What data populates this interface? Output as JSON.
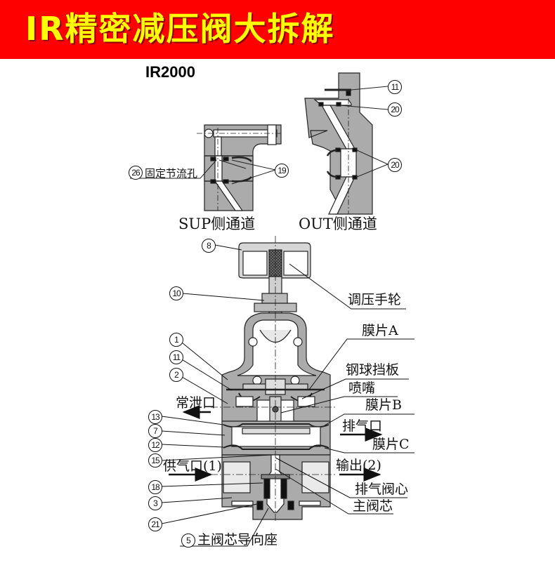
{
  "banner": {
    "title": "IR精密减压阀大拆解",
    "bg_color": "#fe0000",
    "text_color": "#ffff00"
  },
  "model": "IR2000",
  "detail_views": {
    "sup": {
      "caption": "SUP侧通道",
      "callouts": {
        "orifice_num": "26",
        "orifice_label": "固定节流孔",
        "oring": "19"
      }
    },
    "out": {
      "caption": "OUT侧通道",
      "callouts": {
        "diaphragm": "11",
        "oring_top": "20",
        "oring_mid": "20"
      }
    }
  },
  "main_view": {
    "left_callouts": [
      {
        "num": "8"
      },
      {
        "num": "10"
      },
      {
        "num": "1"
      },
      {
        "num": "11"
      },
      {
        "num": "2"
      },
      {
        "num": "13"
      },
      {
        "num": "7"
      },
      {
        "num": "12"
      },
      {
        "num": "15"
      },
      {
        "num": "18"
      },
      {
        "num": "3"
      },
      {
        "num": "21"
      }
    ],
    "bottom_callout": {
      "num": "5",
      "label": "主阀芯导向座"
    },
    "right_labels": {
      "knob": "调压手轮",
      "diaphragm_a": "膜片A",
      "ball_baffle": "钢球挡板",
      "nozzle": "喷嘴",
      "diaphragm_b": "膜片B",
      "exhaust_port": "排气口",
      "diaphragm_c": "膜片C",
      "output": "输出(2)",
      "exhaust_valve_core": "排气阀心",
      "main_valve_core": "主阀芯"
    },
    "left_labels": {
      "bleed_port": "常泄口",
      "supply_port": "供气口(1)"
    }
  },
  "colors": {
    "body_gray": "#a9a9a9",
    "line": "#111111"
  }
}
